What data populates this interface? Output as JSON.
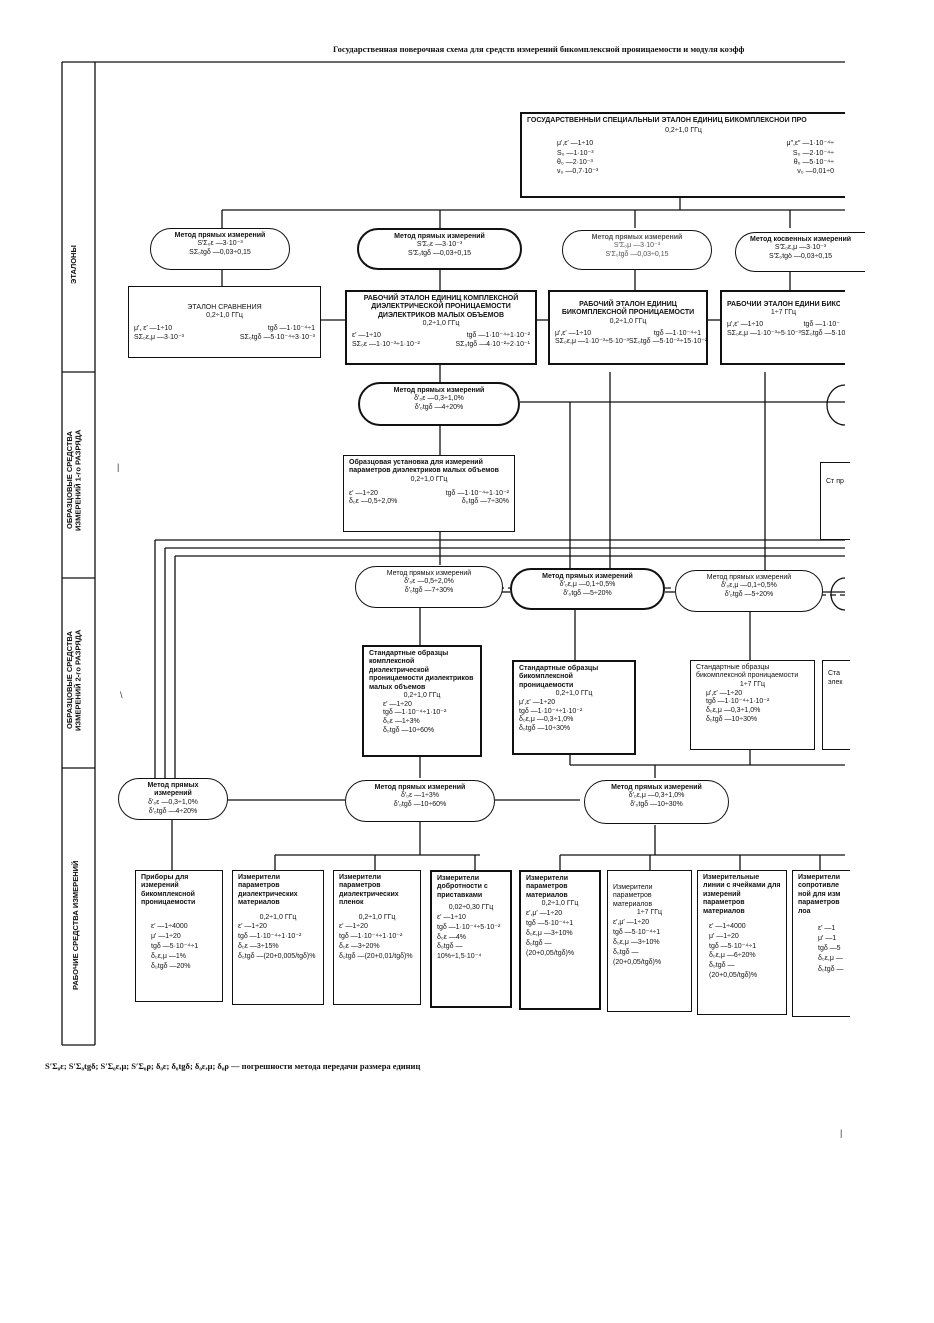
{
  "header": {
    "title": "Государственная поверочная схема для средств измерений бикомплексной проницаемости и модуля коэфф"
  },
  "sections": {
    "etalony": "ЭТАЛОНЫ",
    "obr1": "ОБРАЗЦОВЫЕ СРЕДСТВА\nИЗМЕРЕНИЙ 1-го РАЗРЯДА",
    "obr2": "ОБРАЗЦОВЫЕ СРЕДСТВА\nИЗМЕРЕНИЙ 2-го РАЗРЯДА",
    "rabochie": "РАБОЧИЕ СРЕДСТВА ИЗМЕРЕНИЙ"
  },
  "state_etalon": {
    "title": "ГОСУДАРСТВЕННЫЙ СПЕЦИАЛЬНЫЙ ЭТАЛОН ЕДИНИЦ БИКОМПЛЕКСНОЙ ПРО",
    "freq": "0,2÷1,0 ГГц",
    "l1": "μ′,ε′ —1÷10",
    "l2": "S₀ —1·10⁻³",
    "l3": "θ₀ —2·10⁻³",
    "l4": "ν₀ —0,7·10⁻³",
    "r1": "μ″,ε″ —1·10⁻⁴÷",
    "r2": "S₀ —2·10⁻⁴÷",
    "r3": "θ₀ —5·10⁻⁴÷",
    "r4": "ν₀ —0,01÷0"
  },
  "methods_row1": [
    {
      "title": "Метод прямых измерений",
      "a": "S′Σ₀ε —3·10⁻³",
      "b": "SΣ₀tgδ —0,03÷0,15"
    },
    {
      "title": "Метод прямых измерений",
      "a": "S′Σ₀ε —3·10⁻³",
      "b": "S′Σ₀tgδ —0,03÷0,15"
    },
    {
      "title": "Метод прямых измерений",
      "a": "S′Σ₀μ —3·10⁻³",
      "b": "S′Σ₀tgδ —0,03÷0,15"
    },
    {
      "title": "Метод косвенных измерений",
      "a": "S′Σ₀ε,μ —3·10⁻³",
      "b": "S′Σ₀tgδ —0,03÷0,15"
    }
  ],
  "etalons_row2": [
    {
      "title": "ЭТАЛОН СРАВНЕНИЯ",
      "freq": "0,2÷1,0 ГГц",
      "l1": "μ′, ε′ —1÷10",
      "r1": "tgδ —1·10⁻⁴÷1",
      "l2": "SΣ₀ε,μ —3·10⁻³",
      "r2": "SΣ₀tgδ —5·10⁻⁴÷3·10⁻³"
    },
    {
      "title": "РАБОЧИЙ ЭТАЛОН ЕДИНИЦ КОМПЛЕКСНОЙ ДИЭЛЕКТРИЧЕСКОЙ ПРОНИЦАЕМОСТИ ДИЭЛЕКТРИКОВ МАЛЫХ ОБЪЕМОВ",
      "freq": "0,2÷1,0 ГГц",
      "l1": "ε′ —1÷10",
      "r1": "tgδ —1·10⁻⁴÷1·10⁻²",
      "l2": "SΣ₀ε —1·10⁻³÷1·10⁻²",
      "r2": "SΣ₀tgδ —4·10⁻²÷2·10⁻¹"
    },
    {
      "title": "РАБОЧИЙ ЭТАЛОН ЕДИНИЦ БИКОМПЛЕКСНОЙ ПРОНИЦАЕМОСТИ",
      "freq": "0,2÷1,0 ГГц",
      "l1": "μ′,ε′ —1÷10",
      "r1": "tgδ —1·10⁻⁴÷1",
      "l2": "SΣ₀ε,μ —1·10⁻³÷5·10⁻³",
      "r2": "SΣ₀tgδ —5·10⁻²÷15·10⁻²"
    },
    {
      "title": "РАБОЧИЙ ЭТАЛОН ЕДИНИ БИКОМПЛЕКСНОЙ ПРОНИЦАЕ",
      "freq": "1÷7 ГГц",
      "l1": "μ′,ε′ —1÷10",
      "r1": "tgδ —1·10⁻",
      "l2": "SΣ₀ε,μ —1·10⁻³÷5·10⁻³",
      "r2": "SΣ₀tgδ —5·10⁻"
    }
  ],
  "method_r1": {
    "title": "Метод прямых измерений",
    "a": "δ′₀ε —0,3÷1,0%",
    "b": "δ′₀tgδ —4÷20%"
  },
  "setup_r1": {
    "title": "Образцовая установка для измерений параметров диэлектриков малых объемов",
    "freq": "0,2÷1,0 ГГц",
    "l1": "ε′ —1÷20",
    "r1": "tgδ —1·10⁻⁴÷1·10⁻²",
    "l2": "δ₀ε —0,5÷2,0%",
    "r2": "δ₀tgδ —7÷30%"
  },
  "partial_r1": "Ст пр",
  "methods_r2": [
    {
      "title": "Метод прямых измерений",
      "a": "δ′₀ε —0,5÷2,0%",
      "b": "δ′₀tgδ —7÷30%"
    },
    {
      "title": "Метод прямых измерений",
      "a": "δ′₀ε,μ —0,1÷0,5%",
      "b": "δ′₀tgδ —5÷20%"
    },
    {
      "title": "Метод прямых измерений",
      "a": "δ′₀ε,μ —0,1÷0,5%",
      "b": "δ′₀tgδ —5÷20%"
    }
  ],
  "samples_r2": [
    {
      "title": "Стандартные образцы комплексной диэлектрической проницаемости диэлектриков малых объемов",
      "freq": "0,2÷1,0 ГГц",
      "l1": "ε′ —1÷20",
      "l2": "tgδ —1·10⁻⁴÷1·10⁻²",
      "l3": "δ₀ε —1÷3%",
      "l4": "δ₀tgδ —10÷60%"
    },
    {
      "title": "Стандартные образцы бикомплексной проницаемости",
      "freq": "0,2÷1,0 ГГц",
      "l1": "μ′,ε′ —1÷20",
      "l2": "tgδ —1·10⁻⁴÷1·10⁻²",
      "l3": "δ₀ε,μ —0,3÷1,0%",
      "l4": "δ₀tgδ —10÷30%"
    },
    {
      "title": "Стандартные образцы бикомплексной проницаемости",
      "freq": "1÷7 ГГц",
      "l1": "μ′,ε′ —1÷20",
      "l2": "tgδ —1·10⁻⁴÷1·10⁻²",
      "l3": "δ₀ε,μ —0,3÷1,0%",
      "l4": "δ₀tgδ —10÷30%"
    }
  ],
  "partial_r2": "Ста элек",
  "methods_work": [
    {
      "title": "Метод прямых измерений",
      "a": "δ′₀ε —0,3÷1,0%",
      "b": "δ′₀tgδ —4÷20%"
    },
    {
      "title": "Метод прямых измерений",
      "a": "δ′₀ε —1÷3%",
      "b": "δ′₀tgδ —10÷60%"
    },
    {
      "title": "Метод прямых измерений",
      "a": "δ′₀ε,μ —0,3÷1,0%",
      "b": "δ′₀tgδ —10÷30%"
    }
  ],
  "work_devices": [
    {
      "title": "Приборы для измерений бикомплексной проницаемости",
      "freq": "",
      "l": [
        "ε′ —1÷4000",
        "μ′ —1÷20",
        "tgδ —5·10⁻⁴÷1",
        "δ₀ε,μ —1%",
        "δ₀tgδ —20%"
      ]
    },
    {
      "title": "Измерители параметров диэлектрических материалов",
      "freq": "0,2÷1,0 ГГц",
      "l": [
        "ε′ —1÷20",
        "tgδ —1·10⁻⁴÷1·10⁻²",
        "δ₀ε —3÷15%",
        "δ₀tgδ —(20+0,005/tgδ)%"
      ]
    },
    {
      "title": "Измерители параметров диэлектрических пленок",
      "freq": "0,2÷1,0 ГГц",
      "l": [
        "ε′ —1÷20",
        "tgδ —1·10⁻⁴÷1·10⁻²",
        "δ₀ε —3÷20%",
        "δ₀tgδ —(20+0,01/tgδ)%"
      ]
    },
    {
      "title": "Измерители добротности с приставками",
      "freq": "0,02÷0,30 ГГц",
      "l": [
        "ε′ —1÷10",
        "tgδ —1·10⁻⁴÷5·10⁻²",
        "δ₀ε —4%",
        "δ₀tgδ —10%÷1,5·10⁻⁴"
      ]
    },
    {
      "title": "Измерители параметров материалов",
      "freq": "0,2÷1,0 ГГц",
      "l": [
        "ε′,μ′ —1÷20",
        "tgδ —5·10⁻⁴÷1",
        "δ₀ε,μ —3÷10%",
        "δ₀tgδ —(20+0,05/tgδ)%"
      ]
    },
    {
      "title": "Измерители параметров материалов",
      "freq": "1÷7 ГГц",
      "l": [
        "ε′,μ′ —1÷20",
        "tgδ —5·10⁻⁴÷1",
        "δ₀ε,μ —3÷10%",
        "δ₀tgδ —(20+0,05/tgδ)%"
      ]
    },
    {
      "title": "Измерительные линии с ячейками для измерений параметров материалов",
      "freq": "",
      "l": [
        "ε′ —1÷4000",
        "μ′ —1÷20",
        "tgδ —5·10⁻⁴÷1",
        "δ₀ε,μ —6÷20%",
        "δ₀tgδ —(20+0,05/tgδ)%"
      ]
    },
    {
      "title": "Измерители сопротивле ной для изм параметров лоа",
      "freq": "",
      "l": [
        "ε′ —1",
        "μ′ —1",
        "tgδ —5",
        "δ₀ε,μ —",
        "δ₀tgδ —"
      ]
    }
  ],
  "footer": {
    "text": "S′Σ₀ε; S′Σ₀tgδ; S′Σ₀ε,μ; S′Σ₀ρ; δ₀ε; δ₀tgδ; δ₀ε,μ; δ₀ρ — погрешности метода передачи размера единиц"
  }
}
